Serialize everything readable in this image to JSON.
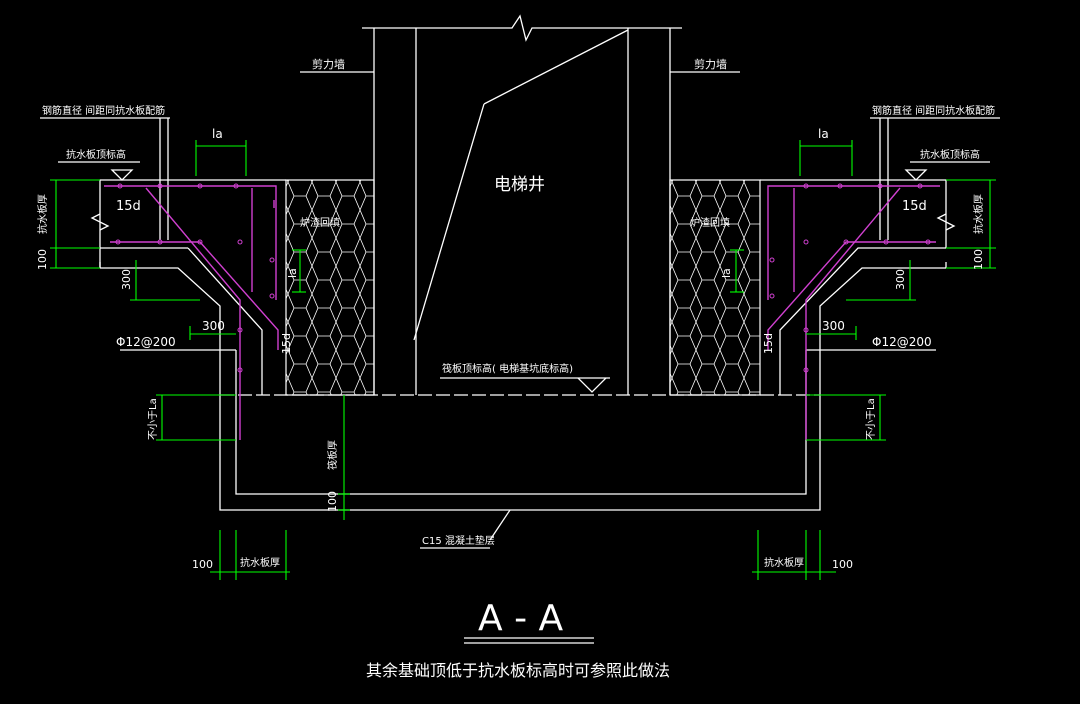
{
  "colors": {
    "background": "#000000",
    "outline": "#ffffff",
    "rebar": "#d040d0",
    "dimension": "#00ff00",
    "text": "#ffffff"
  },
  "labels": {
    "shear_wall_left": "剪力墙",
    "shear_wall_right": "剪力墙",
    "rebar_note_left": "钢筋直径 间距同抗水板配筋",
    "rebar_note_right": "钢筋直径 间距同抗水板配筋",
    "slab_top_left": "抗水板顶标高",
    "slab_top_right": "抗水板顶标高",
    "la_top_left": "la",
    "la_top_right": "la",
    "la_mid_left": "la",
    "la_mid_right": "la",
    "d15_top_left": "15d",
    "d15_top_right": "15d",
    "d15_mid_left": "15d",
    "d15_mid_right": "15d",
    "slab_thk_left": "抗水板厚",
    "slab_thk_right": "抗水板厚",
    "dim100_left": "100",
    "dim100_right": "100",
    "dim300_left_v": "300",
    "dim300_right_v": "300",
    "dim300_left_h": "300",
    "dim300_right_h": "300",
    "phi_left": "Φ12@200",
    "phi_right": "Φ12@200",
    "slag_left": "炉渣回填",
    "slag_right": "炉渣回填",
    "elevator_well": "电梯井",
    "raft_top": "筏板顶标高( 电梯基坑底标高)",
    "not_less_la_left": "不小于La",
    "not_less_la_right": "不小于La",
    "raft_thk": "筏板厚",
    "dim100_bottom": "100",
    "cushion": "C15 混凝土垫层",
    "bottom_100_left": "100",
    "bottom_100_right": "100",
    "bottom_thk_left": "抗水板厚",
    "bottom_thk_right": "抗水板厚",
    "section_title": "A - A",
    "footnote": "其余基础顶低于抗水板标高时可参照此做法"
  }
}
